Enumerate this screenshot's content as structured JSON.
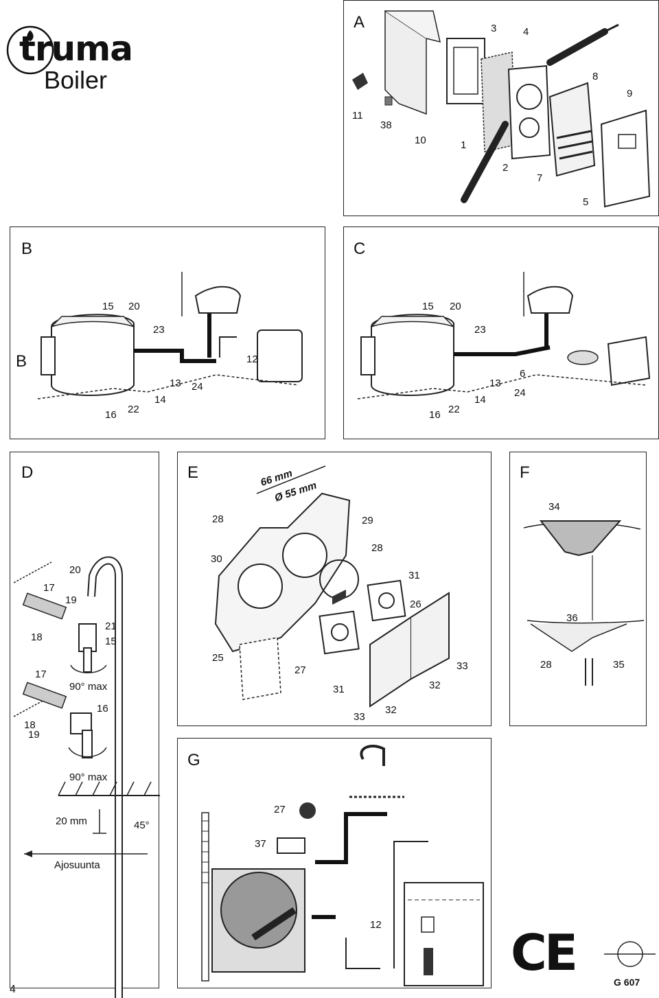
{
  "header": {
    "brand": "truma",
    "product": "Boiler"
  },
  "panels": {
    "A": {
      "label": "A",
      "callouts": [
        "3",
        "4",
        "8",
        "9",
        "11",
        "38",
        "10",
        "1",
        "2",
        "7",
        "5"
      ]
    },
    "B": {
      "label": "B",
      "side_label": "B",
      "callouts": [
        "15",
        "20",
        "23",
        "12",
        "13",
        "24",
        "14",
        "22",
        "16"
      ]
    },
    "C": {
      "label": "C",
      "callouts": [
        "15",
        "20",
        "23",
        "6",
        "13",
        "24",
        "14",
        "22",
        "16"
      ]
    },
    "D": {
      "label": "D",
      "callouts": [
        "20",
        "17",
        "19",
        "21",
        "18",
        "15",
        "17",
        "16",
        "18",
        "19"
      ],
      "angle_top": "90° max",
      "angle_bottom": "90° max",
      "distance": "20 mm",
      "angle": "45°",
      "direction": "Ajosuunta"
    },
    "E": {
      "label": "E",
      "dim_width": "66 mm",
      "dim_diameter": "Ø 55 mm",
      "callouts": [
        "28",
        "29",
        "28",
        "30",
        "31",
        "26",
        "25",
        "27",
        "31",
        "33",
        "32",
        "32",
        "33"
      ]
    },
    "F": {
      "label": "F",
      "callouts": [
        "34",
        "36",
        "28",
        "35"
      ]
    },
    "G": {
      "label": "G",
      "callouts": [
        "27",
        "37",
        "12"
      ]
    }
  },
  "footer": {
    "page_number": "4",
    "ce_mark": "CE",
    "code": "G 607"
  }
}
